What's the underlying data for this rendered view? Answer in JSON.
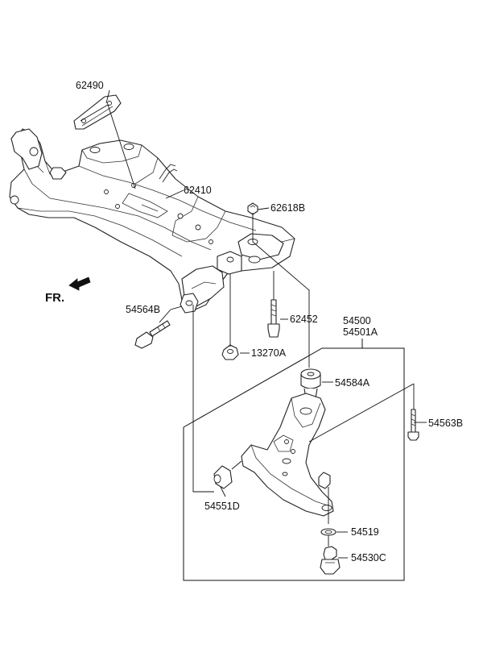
{
  "labels": {
    "p62490": "62490",
    "p62410": "62410",
    "p62618B": "62618B",
    "p62452": "62452",
    "p54500": "54500",
    "p54501A": "54501A",
    "p54564B": "54564B",
    "p13270A": "13270A",
    "p54584A": "54584A",
    "p54563B": "54563B",
    "p54551D": "54551D",
    "p54519": "54519",
    "p54530C": "54530C"
  },
  "direction": {
    "text": "FR."
  },
  "colors": {
    "line": "#222222",
    "background": "#ffffff"
  }
}
